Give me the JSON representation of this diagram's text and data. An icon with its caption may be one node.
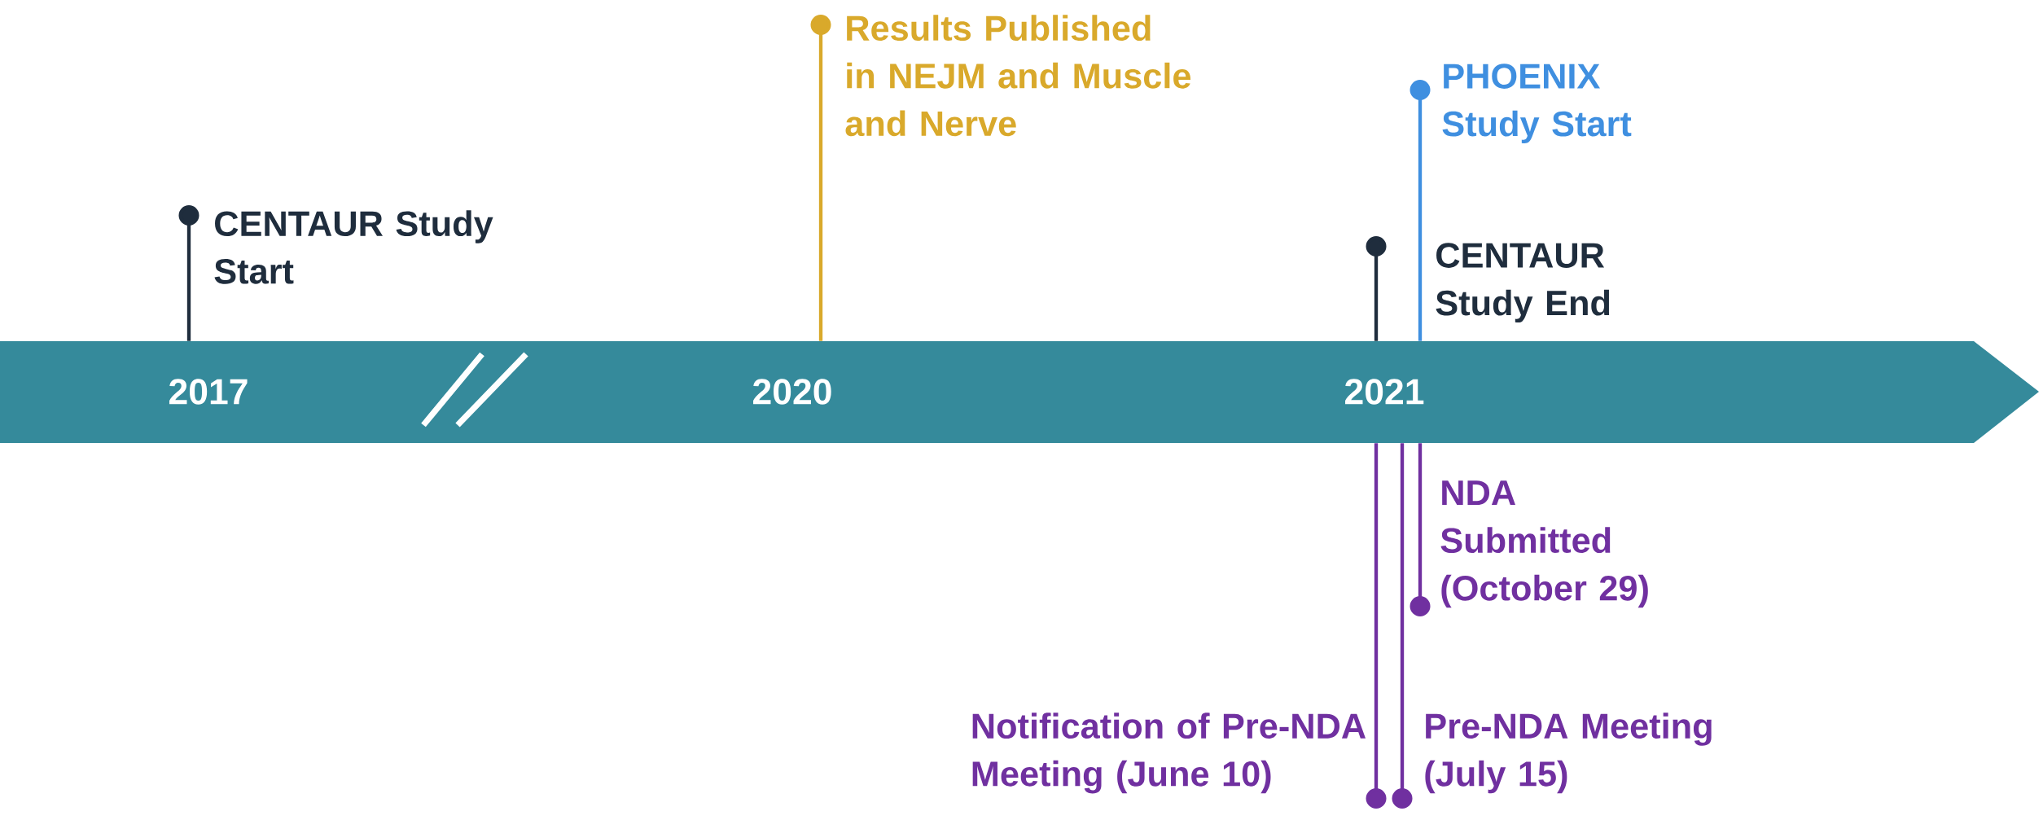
{
  "diagram": {
    "nodes": [
      {
        "text": [
          "2017",
          "2020",
          "2021"
        ]
      },
      {
        "text": [
          "CENTAUR Study Start"
        ]
      },
      {
        "text": [
          "Results Published in NEJM and Muscle and Nerve"
        ]
      },
      {
        "text": [
          "PHOENIX Study Start"
        ]
      },
      {
        "text": [
          "CENTAUR Study End"
        ]
      },
      {
        "text": [
          "NDA Submitted (October 29)"
        ]
      },
      {
        "text": [
          "Notification of Pre-NDA Meeting (June 10)"
        ]
      },
      {
        "text": [
          "Pre-NDA Meeting (July 15)"
        ]
      }
    ],
    "edges": [
      {
        "from": 1,
        "to": 0,
        "arrow": "other",
        "color": "#1f2d3d"
      },
      {
        "from": 2,
        "to": 0,
        "arrow": "other",
        "color": "#d9a92b"
      },
      {
        "from": 3,
        "to": 0,
        "arrow": "other",
        "color": "#3f8fe0"
      },
      {
        "from": 4,
        "to": 0,
        "arrow": "other",
        "color": "#1f2d3d"
      },
      {
        "from": 5,
        "to": 0,
        "arrow": "other"
      },
      {
        "from": 6,
        "to": 0,
        "arrow": "other"
      },
      {
        "from": 7,
        "to": 0,
        "arrow": "other"
      }
    ]
  }
}
